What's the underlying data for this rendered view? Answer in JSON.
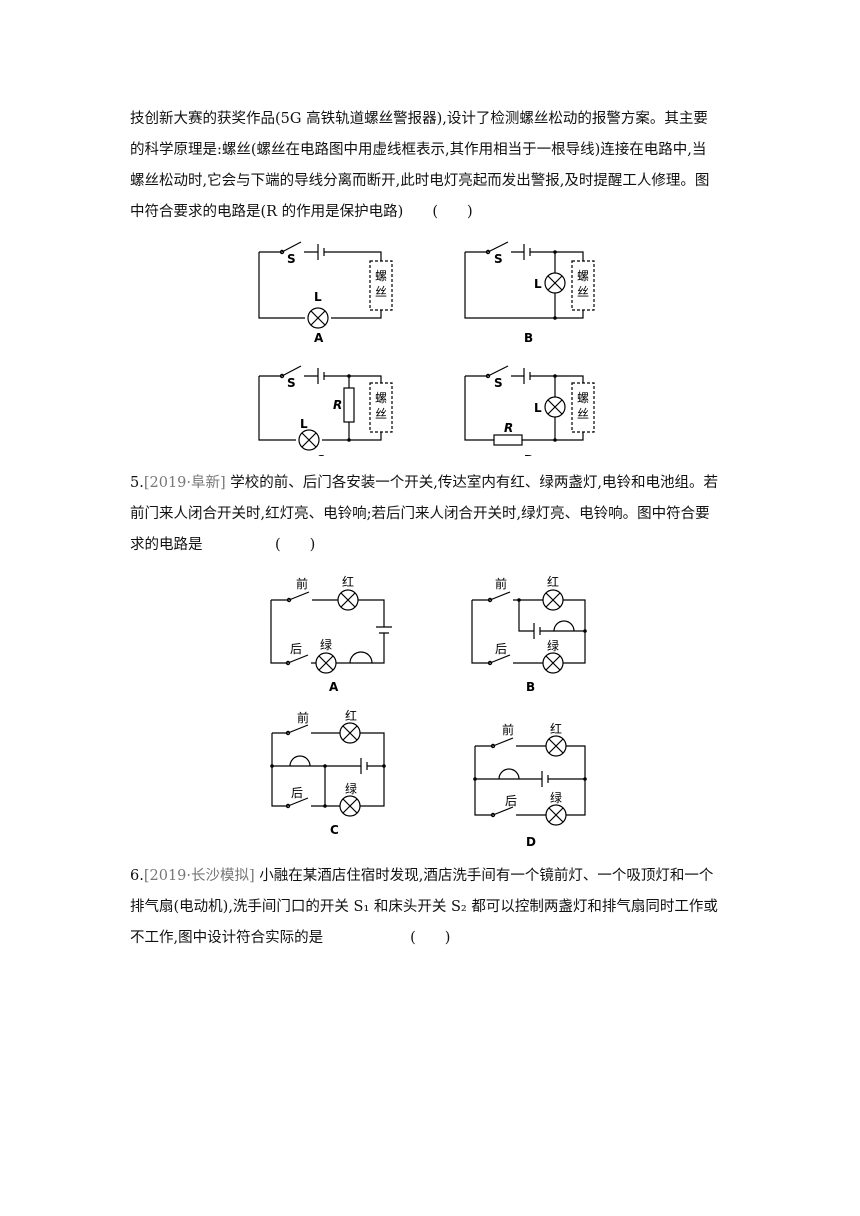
{
  "q4": {
    "lines": [
      "技创新大赛的获奖作品(5G 高铁轨道螺丝警报器),设计了检测螺丝松动的报警方案。其主要",
      "的科学原理是:螺丝(螺丝在电路图中用虚线框表示,其作用相当于一根导线)连接在电路中,当",
      "螺丝松动时,它会与下端的导线分离而断开,此时电灯亮起而发出警报,及时提醒工人修理。图",
      "中符合要求的电路是(R 的作用是保护电路)　　(　　)"
    ],
    "labels": {
      "switch": "S",
      "lamp": "L",
      "resistor": "R",
      "screw": "螺丝",
      "screw_top": "螺",
      "screw_bottom": "丝"
    },
    "options": [
      "A",
      "B",
      "C",
      "D"
    ]
  },
  "q5": {
    "number": "5.",
    "source": "[2019·阜新]",
    "lines": [
      "学校的前、后门各安装一个开关,传达室内有红、绿两盏灯,电铃和电池组。若",
      "前门来人闭合开关时,红灯亮、电铃响;若后门来人闭合开关时,绿灯亮、电铃响。图中符合要",
      "求的电路是　　　　　(　　)"
    ],
    "labels": {
      "front": "前",
      "back": "后",
      "red": "红",
      "green": "绿"
    },
    "options": [
      "A",
      "B",
      "C",
      "D"
    ]
  },
  "q6": {
    "number": "6.",
    "source": "[2019·长沙模拟]",
    "lines": [
      "小融在某酒店住宿时发现,酒店洗手间有一个镜前灯、一个吸顶灯和一个",
      "排气扇(电动机),洗手间门口的开关 S₁ 和床头开关 S₂ 都可以控制两盏灯和排气扇同时工作或",
      "不工作,图中设计符合实际的是　　　　　　(　　)"
    ]
  }
}
